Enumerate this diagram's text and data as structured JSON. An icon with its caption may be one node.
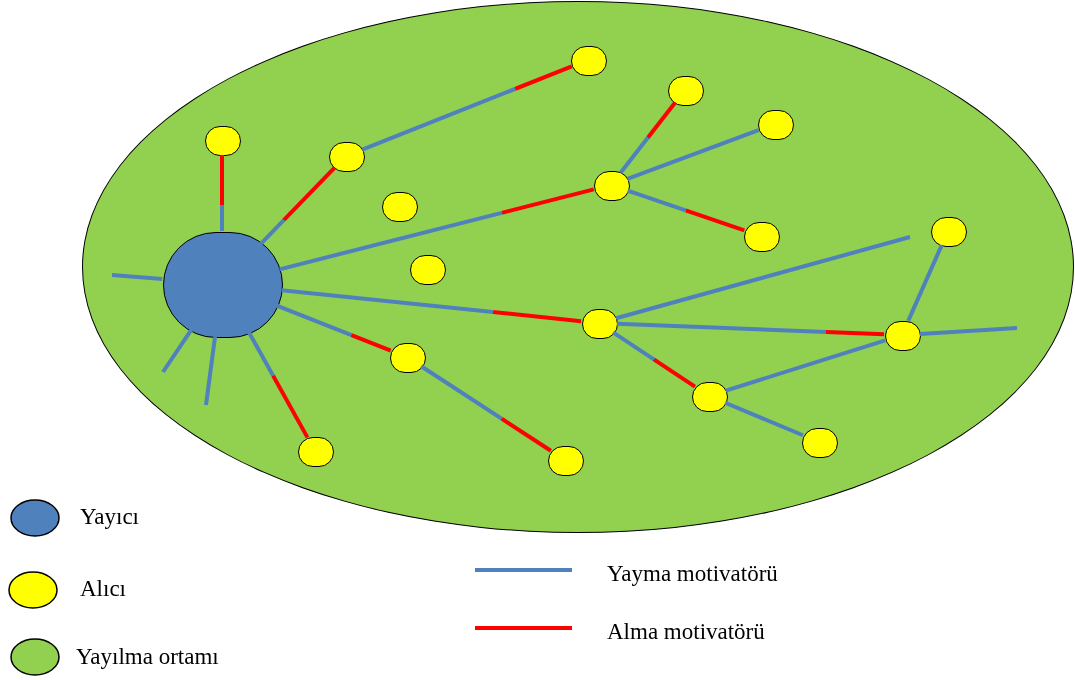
{
  "diagram": {
    "nodes": [
      {
        "text": [],
        "shape": "ellipse"
      },
      {
        "text": [],
        "shape": "circle",
        "in": 0
      },
      {
        "text": [],
        "shape": "circle",
        "in": 0
      },
      {
        "text": [],
        "shape": "circle",
        "in": 0
      },
      {
        "text": [],
        "shape": "circle",
        "in": 0
      },
      {
        "text": [],
        "shape": "circle",
        "in": 0
      },
      {
        "text": [],
        "shape": "circle",
        "in": 0
      },
      {
        "text": [],
        "shape": "circle",
        "in": 0
      },
      {
        "text": [],
        "shape": "circle",
        "in": 0
      },
      {
        "text": [],
        "shape": "circle",
        "in": 0
      },
      {
        "text": [],
        "shape": "circle",
        "in": 0
      },
      {
        "text": [],
        "shape": "circle",
        "in": 0
      },
      {
        "text": [],
        "shape": "circle",
        "in": 0
      },
      {
        "text": [],
        "shape": "circle",
        "in": 0
      },
      {
        "text": [],
        "shape": "circle",
        "in": 0
      },
      {
        "text": [],
        "shape": "circle",
        "in": 0
      },
      {
        "text": [],
        "shape": "circle",
        "in": 0
      },
      {
        "text": [],
        "shape": "circle",
        "in": 0
      },
      {
        "text": [],
        "shape": "circle",
        "in": 0
      }
    ],
    "edges": [
      {
        "from": 1,
        "to": 5,
        "arrow": "none"
      },
      {
        "from": 1,
        "to": 6,
        "arrow": "none"
      },
      {
        "from": 6,
        "to": 2,
        "arrow": "none"
      },
      {
        "from": 1,
        "to": 7,
        "arrow": "none"
      },
      {
        "from": 7,
        "to": 3,
        "arrow": "none"
      },
      {
        "from": 7,
        "to": 4,
        "arrow": "none"
      },
      {
        "from": 7,
        "to": 10,
        "arrow": "none"
      },
      {
        "from": 1,
        "to": 12,
        "arrow": "none"
      },
      {
        "from": 12,
        "to": null,
        "arrow": "none"
      },
      {
        "from": 12,
        "to": 13,
        "arrow": "none"
      },
      {
        "from": 9,
        "to": 13,
        "arrow": "none"
      },
      {
        "from": 13,
        "to": null,
        "arrow": "none"
      },
      {
        "from": 12,
        "to": 15,
        "arrow": "none"
      },
      {
        "from": 15,
        "to": 13,
        "arrow": "none"
      },
      {
        "from": 15,
        "to": 16,
        "arrow": "none"
      },
      {
        "from": 1,
        "to": 14,
        "arrow": "none"
      },
      {
        "from": 14,
        "to": 18,
        "arrow": "none"
      },
      {
        "from": 1,
        "to": 17,
        "arrow": "none"
      },
      {
        "from": 1,
        "to": null,
        "arrow": "none"
      },
      {
        "from": 1,
        "to": null,
        "arrow": "none"
      },
      {
        "from": 1,
        "to": null,
        "arrow": "none"
      }
    ],
    "legend": [
      {
        "text": "Yayıcı",
        "color": "#4f81bd"
      },
      {
        "text": "Alıcı",
        "color": "#ffff00"
      },
      {
        "text": "Yayılma ortamı",
        "color": "#92d050"
      },
      {
        "text": "Yayma motivatörü"
      },
      {
        "text": "Alma motivatörü"
      }
    ]
  }
}
